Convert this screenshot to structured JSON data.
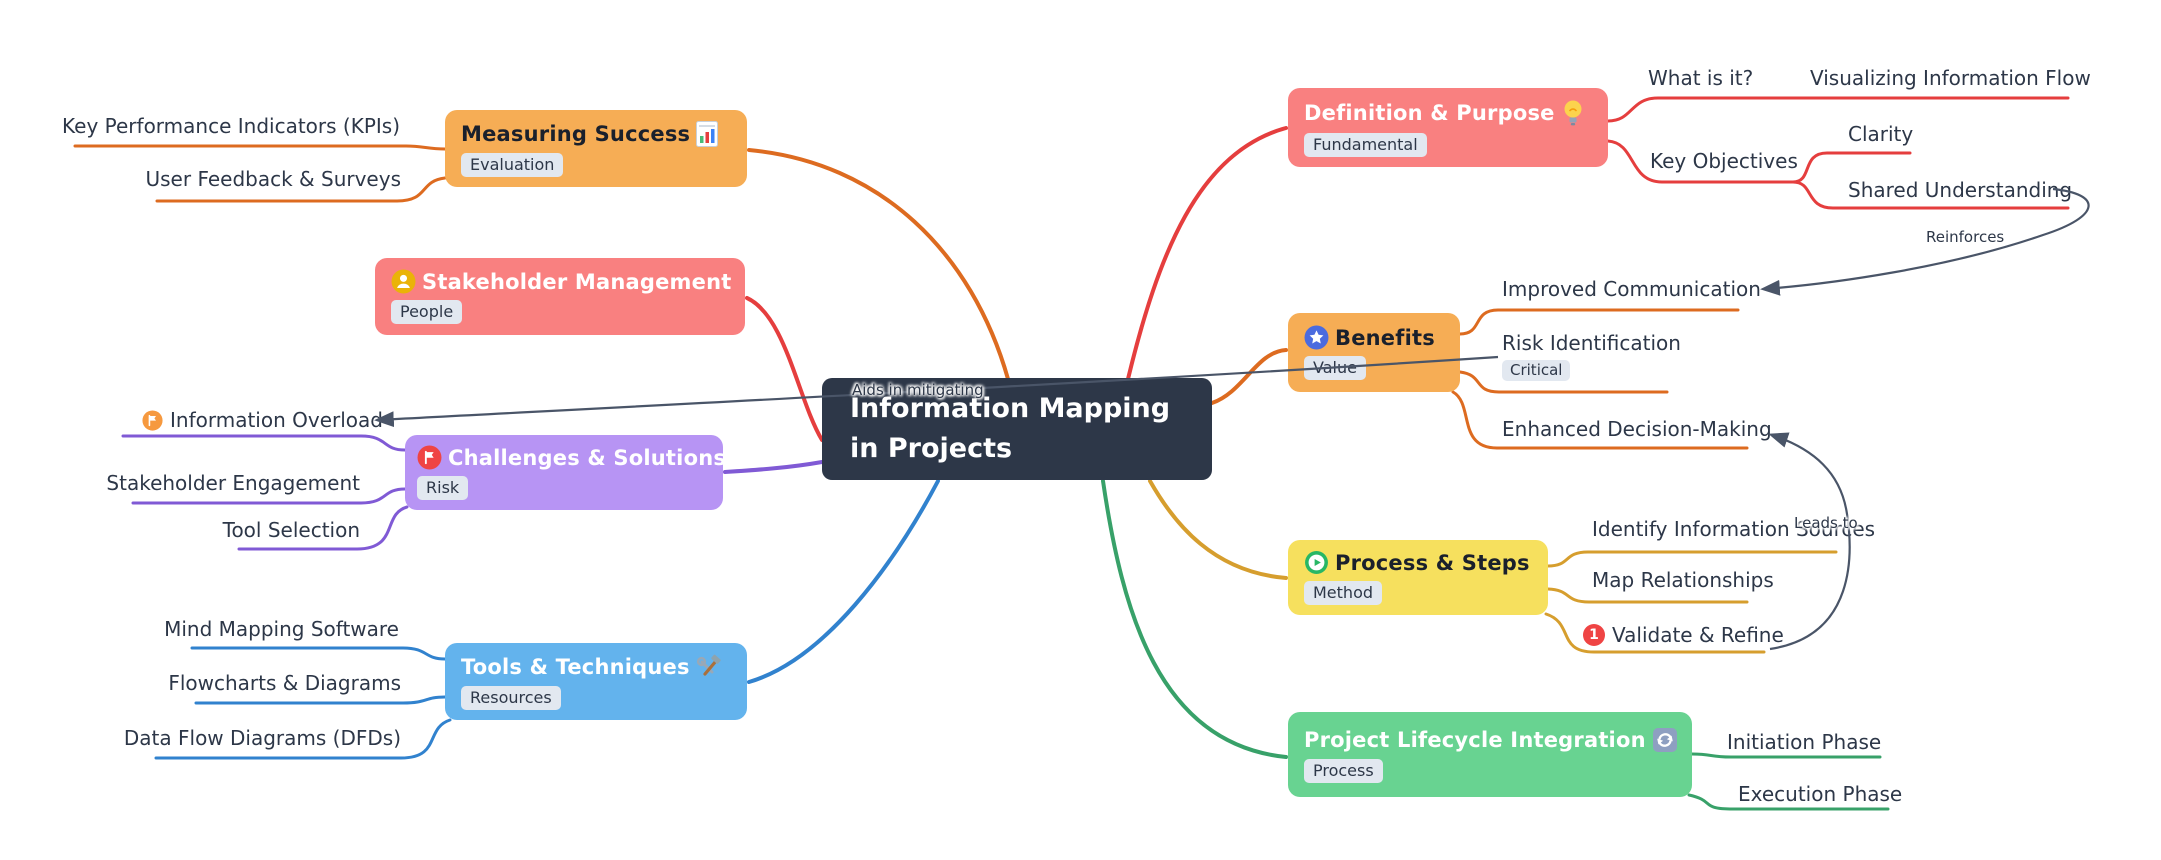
{
  "palette": {
    "central_bg": "#2d3748",
    "ink": "#2d3748",
    "badge_bg": "#e2e8f0",
    "cross_link": "#4a5568",
    "node_red": "#f98080",
    "node_orange": "#f6ad55",
    "node_yellow": "#f6e05e",
    "node_green": "#68d391",
    "node_purple": "#b794f4",
    "node_blue": "#63b3ed",
    "edge_red": "#e53e3e",
    "edge_orange": "#dd6b20",
    "edge_gold": "#d69e2e",
    "edge_green": "#38a169",
    "edge_purple": "#805ad5",
    "edge_blue": "#3182ce"
  },
  "root": {
    "title_line1": "Information Mapping",
    "title_line2": "in Projects"
  },
  "nodes": {
    "definition": {
      "title": "Definition & Purpose",
      "badge": "Fundamental",
      "icon": "lightbulb-icon"
    },
    "benefits": {
      "title": "Benefits",
      "badge": "Value",
      "icon": "star-circle-icon"
    },
    "process": {
      "title": "Process & Steps",
      "badge": "Method",
      "icon": "play-circle-icon"
    },
    "lifecycle": {
      "title": "Project Lifecycle Integration",
      "badge": "Process",
      "icon": "cycle-icon"
    },
    "measuring": {
      "title": "Measuring Success",
      "badge": "Evaluation",
      "icon": "bar-chart-icon"
    },
    "stakeholder": {
      "title": "Stakeholder Management",
      "badge": "People",
      "icon": "person-circle-icon"
    },
    "challenges": {
      "title": "Challenges & Solutions",
      "badge": "Risk",
      "icon": "flag-circle-icon"
    },
    "tools": {
      "title": "Tools & Techniques",
      "badge": "Resources",
      "icon": "hammer-wrench-icon"
    }
  },
  "subtopics": {
    "what_is_it": "What is it?",
    "visualizing": "Visualizing Information Flow",
    "key_objectives": "Key Objectives",
    "clarity": "Clarity",
    "shared_understanding": "Shared Understanding",
    "improved_communication": "Improved Communication",
    "risk_identification": "Risk Identification",
    "risk_badge": "Critical",
    "enhanced_decision": "Enhanced Decision-Making",
    "identify_sources": "Identify Information Sources",
    "map_relationships": "Map Relationships",
    "validate_refine": "Validate & Refine",
    "validate_step": "1",
    "initiation": "Initiation Phase",
    "execution": "Execution Phase",
    "kpis": "Key Performance Indicators (KPIs)",
    "user_feedback": "User Feedback & Surveys",
    "info_overload": "Information Overload",
    "stakeholder_engagement": "Stakeholder Engagement",
    "tool_selection": "Tool Selection",
    "mind_mapping": "Mind Mapping Software",
    "flowcharts": "Flowcharts & Diagrams",
    "dfds": "Data Flow Diagrams (DFDs)"
  },
  "cross_links": {
    "aids": "Aids in mitigating",
    "reinforces": "Reinforces",
    "leads_to": "Leads to"
  }
}
